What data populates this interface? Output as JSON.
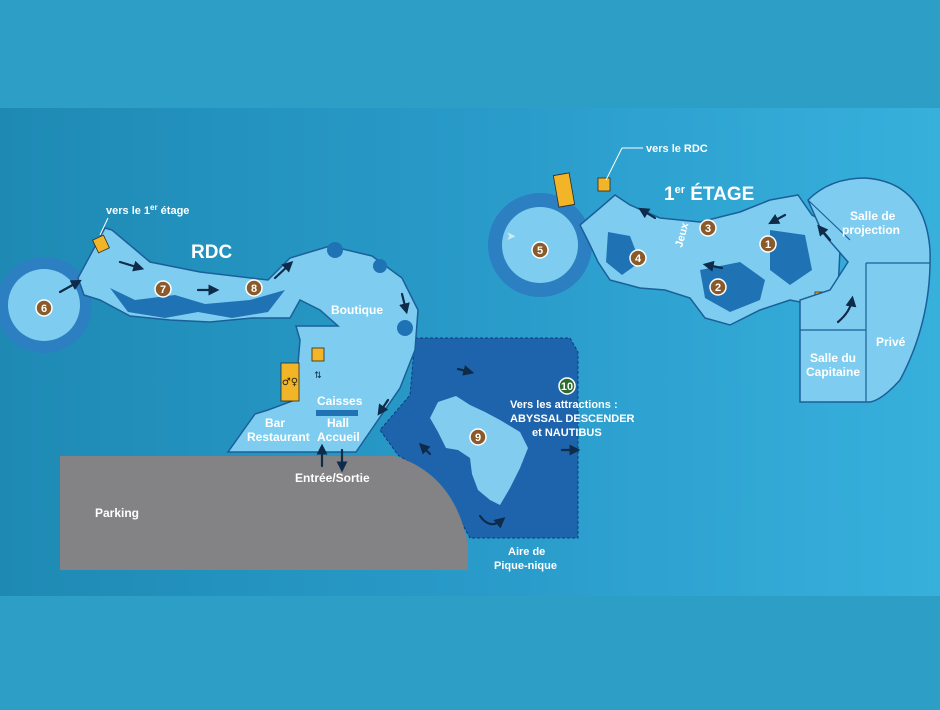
{
  "floors": {
    "rdc_title": "RDC",
    "etage_title_main": "1",
    "etage_title_sup": "er",
    "etage_title_rest": " ÉTAGE"
  },
  "rdc": {
    "to_floor1_prefix": "vers le 1",
    "to_floor1_sup": "er",
    "to_floor1_suffix": " étage",
    "boutique": "Boutique",
    "caisses": "Caisses",
    "bar_line1": "Bar",
    "bar_line2": "Restaurant",
    "hall_line1": "Hall",
    "hall_line2": "Accueil",
    "entree_sortie": "Entrée/Sortie",
    "parking": "Parking",
    "attractions_line1": "Vers les attractions :",
    "attractions_line2": "ABYSSAL DESCENDER",
    "attractions_line3": "et NAUTIBUS",
    "picnic_line1": "Aire de",
    "picnic_line2": "Pique-nique"
  },
  "etage": {
    "to_rdc": "vers le RDC",
    "salle_projection_line1": "Salle de",
    "salle_projection_line2": "projection",
    "prive": "Privé",
    "salle_capitaine_line1": "Salle du",
    "salle_capitaine_line2": "Capitaine",
    "jeux": "Jeux"
  },
  "markers": [
    "1",
    "2",
    "3",
    "4",
    "5",
    "6",
    "7",
    "8",
    "9",
    "10"
  ],
  "icons": [
    "elevator-icon",
    "toilets-icon",
    "arrow-icon",
    "shark-icon"
  ],
  "colors": {
    "background": "#2d9fc6",
    "room": "#7ecdf0",
    "room_dark": "#1f73b5",
    "outdoor": "#1d64ad",
    "parking": "#838285",
    "marker": "#8a5a2b",
    "marker_green": "#2e6b2e",
    "yellow": "#f1b527"
  }
}
